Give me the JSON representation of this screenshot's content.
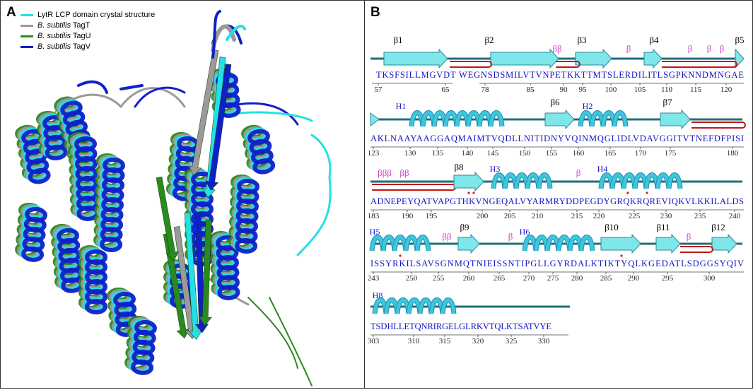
{
  "panel_a": {
    "label": "A",
    "legend": [
      {
        "italic": "",
        "text": "LytR LCP domain crystal structure",
        "color": "#22e0e6"
      },
      {
        "italic": "B. subtilis",
        "text": " TagT",
        "color": "#9a9a9a"
      },
      {
        "italic": "B. subtilis",
        "text": " TagU",
        "color": "#2b8a1e"
      },
      {
        "italic": "B. subtilis",
        "text": " TagV",
        "color": "#1020c8"
      }
    ]
  },
  "panel_b": {
    "label": "B",
    "rows": [
      {
        "sequence": "TKSFSILLMGVDT  WEGNSDSMILVTVNPETKKTTMTSLERDILITLSGPKNNDMNGAE",
        "numbers": [
          "57",
          "65",
          "78",
          "85",
          "90",
          "95",
          "100",
          "105",
          "110",
          "115",
          "120"
        ],
        "strands": [
          "β1",
          "β2",
          "β3",
          "β4",
          "β5"
        ],
        "helices": [],
        "turns": [
          "ββ",
          "β",
          "β",
          "β",
          "β"
        ]
      },
      {
        "sequence": "AKLNAAYAAGGAQMAIMTVQDLLNITIDNYVQINMQGLIDLVDAVGGITVTNEFDFPISI",
        "numbers": [
          "123",
          "130",
          "135",
          "140",
          "145",
          "150",
          "155",
          "160",
          "165",
          "170",
          "175",
          "180"
        ],
        "strands": [
          "β6",
          "β7"
        ],
        "helices": [
          "H1",
          "H2"
        ],
        "turns": []
      },
      {
        "sequence": "ADNEPEYQATVAPGTHKVNGEQALVYARMRYDDPEGDYGRQKRQREVIQKVLKKILALDS",
        "numbers": [
          "183",
          "190",
          "195",
          "200",
          "205",
          "210",
          "215",
          "220",
          "225",
          "230",
          "235",
          "240"
        ],
        "strands": [
          "β8"
        ],
        "helices": [
          "H3",
          "H4"
        ],
        "turns": [
          "βββ",
          "ββ",
          "β"
        ]
      },
      {
        "sequence": "ISSYRKILSAVSGNMQTNIEISSNTIPGLLGYRDALKTIKTYQLKGEDATLSDGGSYQIV",
        "numbers": [
          "243",
          "250",
          "255",
          "260",
          "265",
          "270",
          "275",
          "280",
          "285",
          "290",
          "295",
          "300"
        ],
        "strands": [
          "β9",
          "β10",
          "β11",
          "β12"
        ],
        "helices": [
          "H5",
          "H6"
        ],
        "turns": [
          "ββ",
          "β",
          "β"
        ]
      },
      {
        "sequence": "TSDHLLETQNRIRGELGLRKVTQLKTSATVYE",
        "numbers": [
          "303",
          "310",
          "315",
          "320",
          "325",
          "330"
        ],
        "strands": [],
        "helices": [
          "H8"
        ],
        "turns": []
      }
    ]
  },
  "colors": {
    "helix": "#3ec6de",
    "strand": "#7fe6ea",
    "line": "#1f6f7a",
    "sequence": "#1414c8",
    "turn": "#d040d0",
    "hairpin": "#c01818",
    "tm": "#22e0e6",
    "tagt": "#9a9a9a",
    "tagu": "#2b8a1e",
    "tagv": "#1020c8"
  }
}
